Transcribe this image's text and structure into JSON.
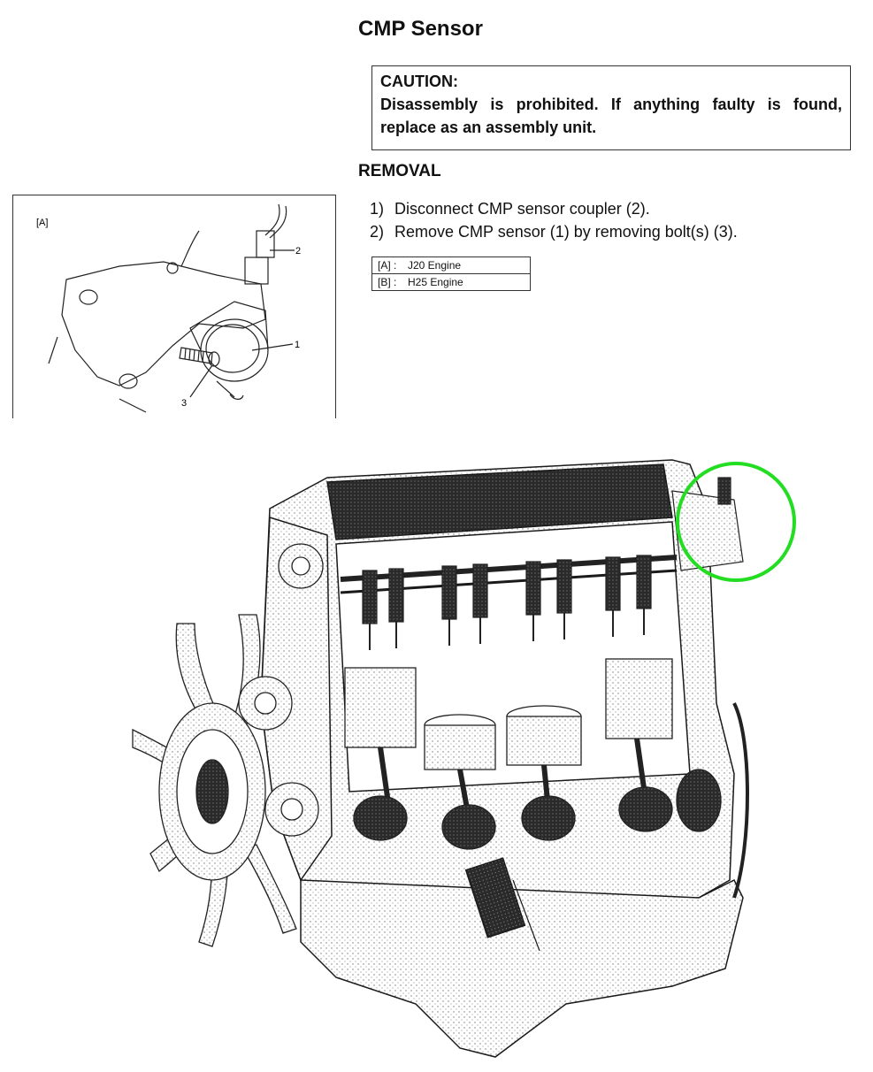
{
  "title": "CMP Sensor",
  "caution": {
    "heading": "CAUTION:",
    "text": "Disassembly is prohibited. If anything faulty is found, replace as an assembly unit."
  },
  "removal": {
    "heading": "REMOVAL",
    "steps": [
      {
        "num": "1)",
        "text": "Disconnect CMP sensor coupler (2)."
      },
      {
        "num": "2)",
        "text": "Remove CMP sensor (1) by removing bolt(s) (3)."
      }
    ]
  },
  "legend": [
    {
      "code": "[A] :",
      "label": "J20 Engine"
    },
    {
      "code": "[B] :",
      "label": "H25 Engine"
    }
  ],
  "diagram_a": {
    "label": "[A]",
    "callouts": [
      "1",
      "2",
      "3"
    ]
  },
  "colors": {
    "highlight_circle": "#22dd22",
    "line": "#222222"
  }
}
